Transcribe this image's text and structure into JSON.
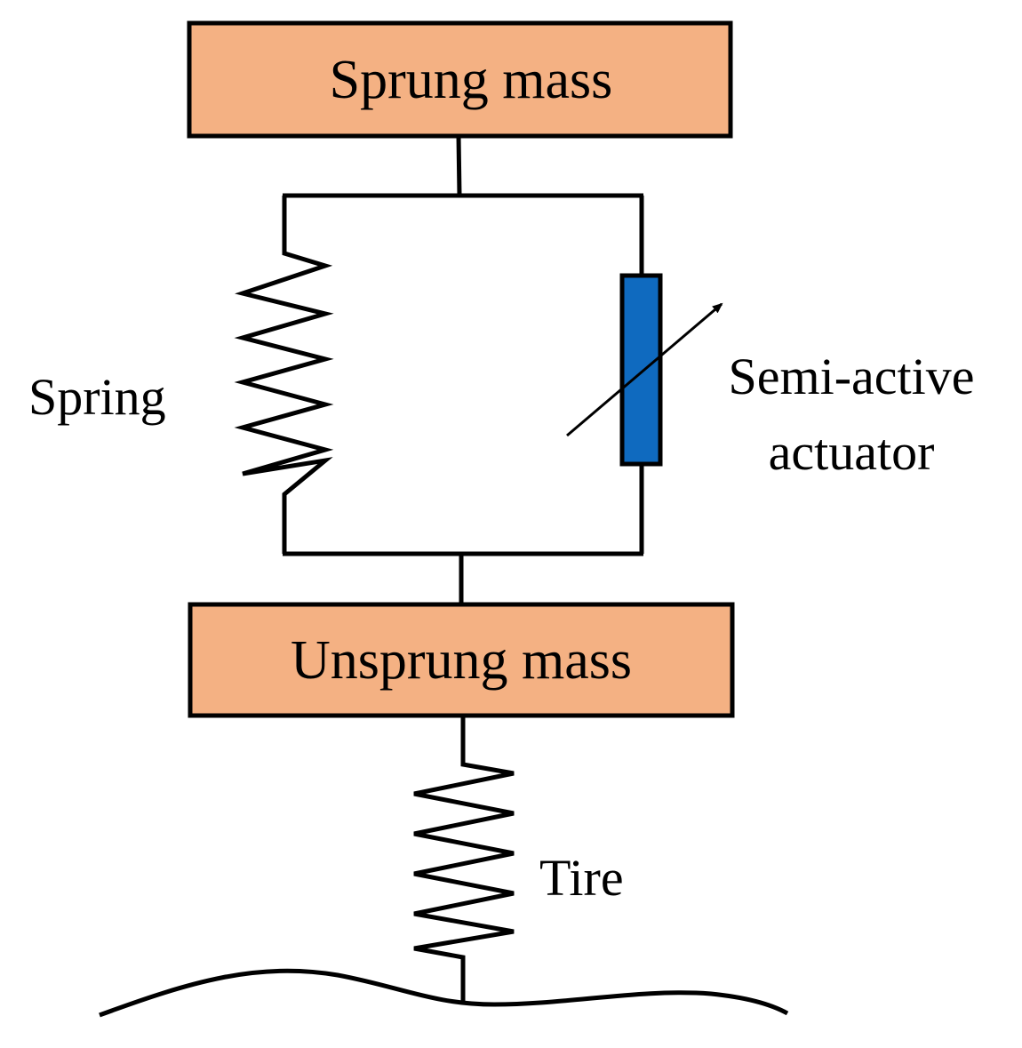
{
  "colors": {
    "mass_fill": "#F4B183",
    "actuator_fill": "#0F6ABF",
    "line": "#000000",
    "background": "#FFFFFF"
  },
  "labels": {
    "sprung_mass": "Sprung mass",
    "unsprung_mass": "Unsprung mass",
    "spring": "Spring",
    "actuator_line1": "Semi-active",
    "actuator_line2": "actuator",
    "tire": "Tire"
  },
  "icons": {
    "suspension_spring": "zigzag-spring-icon",
    "tire_spring": "zigzag-spring-icon",
    "actuator": "damper-icon",
    "variable_arrow": "diagonal-arrow-icon",
    "road": "road-surface-curve"
  }
}
